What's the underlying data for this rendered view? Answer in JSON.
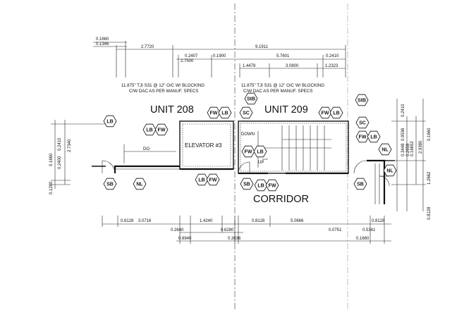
{
  "units": {
    "unit_208": "UNIT 208",
    "unit_209": "UNIT 209",
    "corridor": "CORRIDOR",
    "elevator": "ELEVATOR #3"
  },
  "notes": {
    "joist_left_line1": "11.875\" TJI S31 @ 12\" O/C W/ BLOCKING",
    "joist_left_line2": "C/W DAC AS PER MANUF. SPECS",
    "joist_right_line1": "11.875\" TJI S31 @ 12\" O/C W/ BLOCKING",
    "joist_right_line2": "C/W DAC AS PER MANUF. SPECS",
    "stair_down": "DOWN",
    "stair_up": "UP",
    "do_label": "DO"
  },
  "top_dims": {
    "d_01660": "0.1660",
    "d_01346": "0.1346",
    "d_27720": "2.7720",
    "d_91911": "9.1911",
    "d_02407": "0.2407",
    "d_27500": "2.7500",
    "d_01900": "0.1900",
    "d_57601": "5.7601",
    "d_02410": "0.2410",
    "d_14478": "1.4478",
    "d_30800": "3.0800",
    "d_12323": "1.2323"
  },
  "left_dims": {
    "d_02410": "0.2410",
    "d_27340": "2.7340",
    "d_02400": "0.2400",
    "d_01660": "0.1660",
    "d_01280": "0.1280"
  },
  "right_dims": {
    "d_02410": "0.2410",
    "d_09536": "0.9536",
    "d_01660": "0.1660",
    "d_29380": "2.9380",
    "d_03448": "0.3448",
    "d_02658": "0.2658",
    "d_16652": "0.16652",
    "d_12662": "1.2662",
    "d_08128": "0.8128"
  },
  "bottom_dims": {
    "d_08128a": "0.8128",
    "d_30716": "3.0716",
    "d_14240": "1.4240",
    "d_08128b": "0.8128",
    "d_50666": "5.0666",
    "d_08128c": "0.8128",
    "d_02640": "0.2640",
    "d_06280": "0.6280",
    "d_00751": "0.0751",
    "d_05341": "0.5341",
    "d_06940": "0.6940",
    "d_03636": "0.3636",
    "d_01660": "0.1660"
  },
  "tags": {
    "lb": "LB",
    "fw": "FW",
    "sb": "SB",
    "nl": "NL",
    "sc": "SC",
    "stb": "StB"
  }
}
